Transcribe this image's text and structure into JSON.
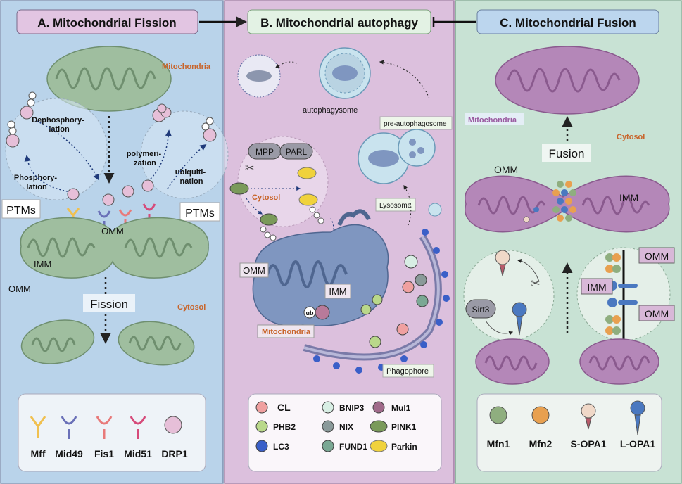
{
  "panels": {
    "a": {
      "title": "A. Mitochondrial Fission",
      "mito_label": "Mitochondria",
      "dephos": [
        "Dephosphory-",
        "lation"
      ],
      "phos": [
        "Phosphory-",
        "lation"
      ],
      "poly": [
        "polymeri-",
        "zation"
      ],
      "ubiq": [
        "ubiquiti-",
        "nation"
      ],
      "ptms_left": "PTMs",
      "ptms_right": "PTMs",
      "omm_top": "OMM",
      "imm": "IMM",
      "omm_left": "OMM",
      "fission": "Fission",
      "cytosol": "Cytosol",
      "legend": [
        "Mff",
        "Mid49",
        "Fis1",
        "Mid51",
        "DRP1"
      ]
    },
    "b": {
      "title": "B. Mitochondrial autophagy",
      "autophagysome": "autophagysome",
      "pre_autophagosome": "pre-autophagosome",
      "mpp": "MPP",
      "parl": "PARL",
      "cytosol": "Cytosol",
      "lysosome": "Lysosome",
      "omm": "OMM",
      "imm": "IMM",
      "ub": "ub",
      "mito_label": "Mitochondria",
      "phagophore": "Phagophore",
      "legend": [
        "CL",
        "BNIP3",
        "Mul1",
        "PHB2",
        "NIX",
        "PINK1",
        "LC3",
        "FUND1",
        "Parkin"
      ]
    },
    "c": {
      "title": "C. Mitochondrial Fusion",
      "mito_label": "Mitochondria",
      "cytosol": "Cytosol",
      "fusion": "Fusion",
      "omm": "OMM",
      "imm": "IMM",
      "sirt3": "Sirt3",
      "box_omm_top": "OMM",
      "box_imm": "IMM",
      "box_omm_bottom": "OMM",
      "legend": [
        "Mfn1",
        "Mfn2",
        "S-OPA1",
        "L-OPA1"
      ]
    }
  },
  "colors": {
    "panel_a": "#b9d3ea",
    "panel_b": "#dcc0dd",
    "panel_c": "#c8e2d4",
    "mito_green": "#9fbe9f",
    "mito_purple": "#b487b8",
    "mito_blue": "#7f96c0",
    "drp1": "#e6bfd8"
  }
}
